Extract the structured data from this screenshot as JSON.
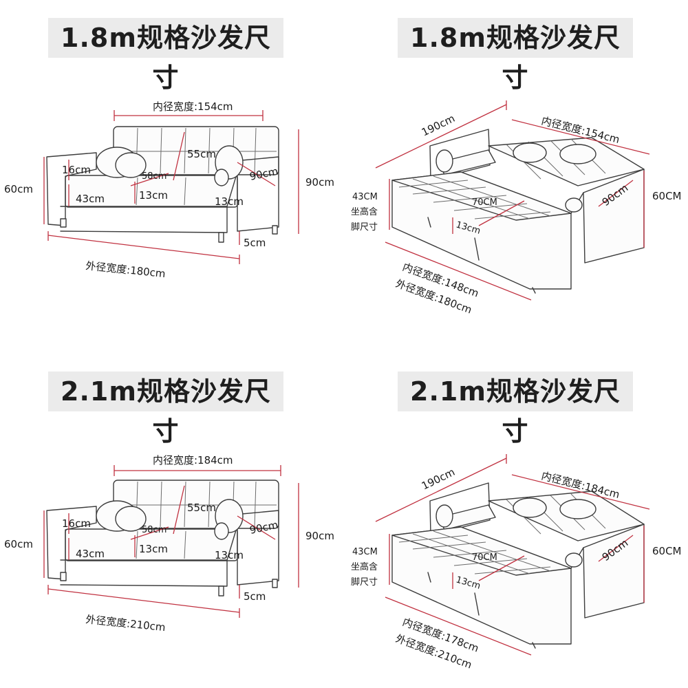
{
  "panels": {
    "p1": {
      "title": "1.8m规格沙发尺寸",
      "inner_width": "内径宽度:154cm",
      "back_height": "55cm",
      "arm_height": "16cm",
      "seat_depth": "58cm",
      "depth": "90cm",
      "total_height": "90cm",
      "arm_side_height": "60cm",
      "seat_height": "43cm",
      "cushion": "13cm",
      "arm_width": "13cm",
      "leg": "5cm",
      "outer_width": "外径宽度:180cm"
    },
    "p2": {
      "title": "1.8m规格沙发尺寸",
      "length": "190cm",
      "inner_width": "内径宽度:154cm",
      "depth": "90cm",
      "height": "60CM",
      "seat_label_1": "43CM",
      "seat_label_2": "坐高含",
      "seat_label_3": "脚尺寸",
      "bed_depth": "70CM",
      "mattress": "13cm",
      "inner_bed": "内径宽度:148cm",
      "outer_bed": "外径宽度:180cm"
    },
    "p3": {
      "title": "2.1m规格沙发尺寸",
      "inner_width": "内径宽度:184cm",
      "back_height": "55cm",
      "arm_height": "16cm",
      "seat_depth": "58cm",
      "depth": "90cm",
      "total_height": "90cm",
      "arm_side_height": "60cm",
      "seat_height": "43cm",
      "cushion": "13cm",
      "arm_width": "13cm",
      "leg": "5cm",
      "outer_width": "外径宽度:210cm"
    },
    "p4": {
      "title": "2.1m规格沙发尺寸",
      "length": "190cm",
      "inner_width": "内径宽度:184cm",
      "depth": "90cm",
      "height": "60CM",
      "seat_label_1": "43CM",
      "seat_label_2": "坐高含",
      "seat_label_3": "脚尺寸",
      "bed_depth": "70CM",
      "mattress": "13cm",
      "inner_bed": "内径宽度:178cm",
      "outer_bed": "外径宽度:210cm"
    }
  },
  "colors": {
    "dimension": "#c0303f",
    "title_bg": "#ebebeb",
    "outline": "#3c3c3c"
  }
}
